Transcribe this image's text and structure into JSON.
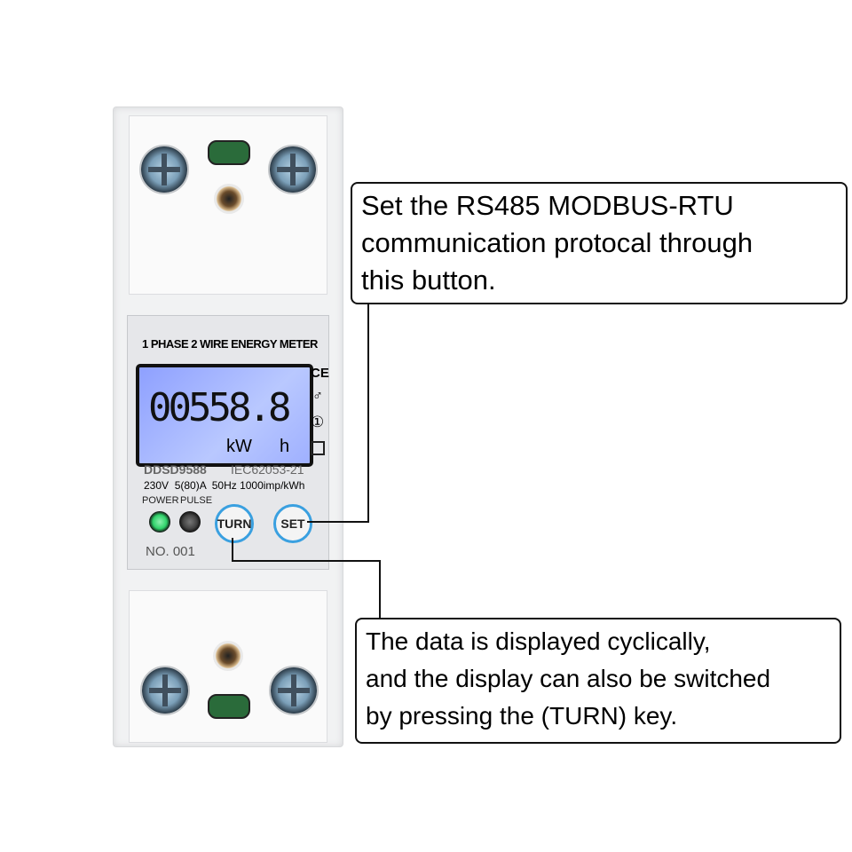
{
  "meter": {
    "title": "1 PHASE 2 WIRE ENERGY METER",
    "reading": "00558.8",
    "unit_k": "kW",
    "unit_h": "h",
    "model": "DDSD9588",
    "standard": "IEC62053-21",
    "specs": "230V  5(80)A  50Hz 1000imp/kWh",
    "power_label": "POWER",
    "pulse_label": "PULSE",
    "turn_button": "TURN",
    "set_button": "SET",
    "serial": "NO. 001",
    "ce_mark": "CE",
    "lcd_color": "#a9b9ff",
    "power_led_color": "#2fd26a"
  },
  "callouts": {
    "set": [
      "Set the RS485 MODBUS-RTU",
      "communication protocal through",
      "this button."
    ],
    "turn": [
      "The data is displayed cyclically,",
      "and the display can also be switched",
      "by pressing the (TURN) key."
    ]
  }
}
